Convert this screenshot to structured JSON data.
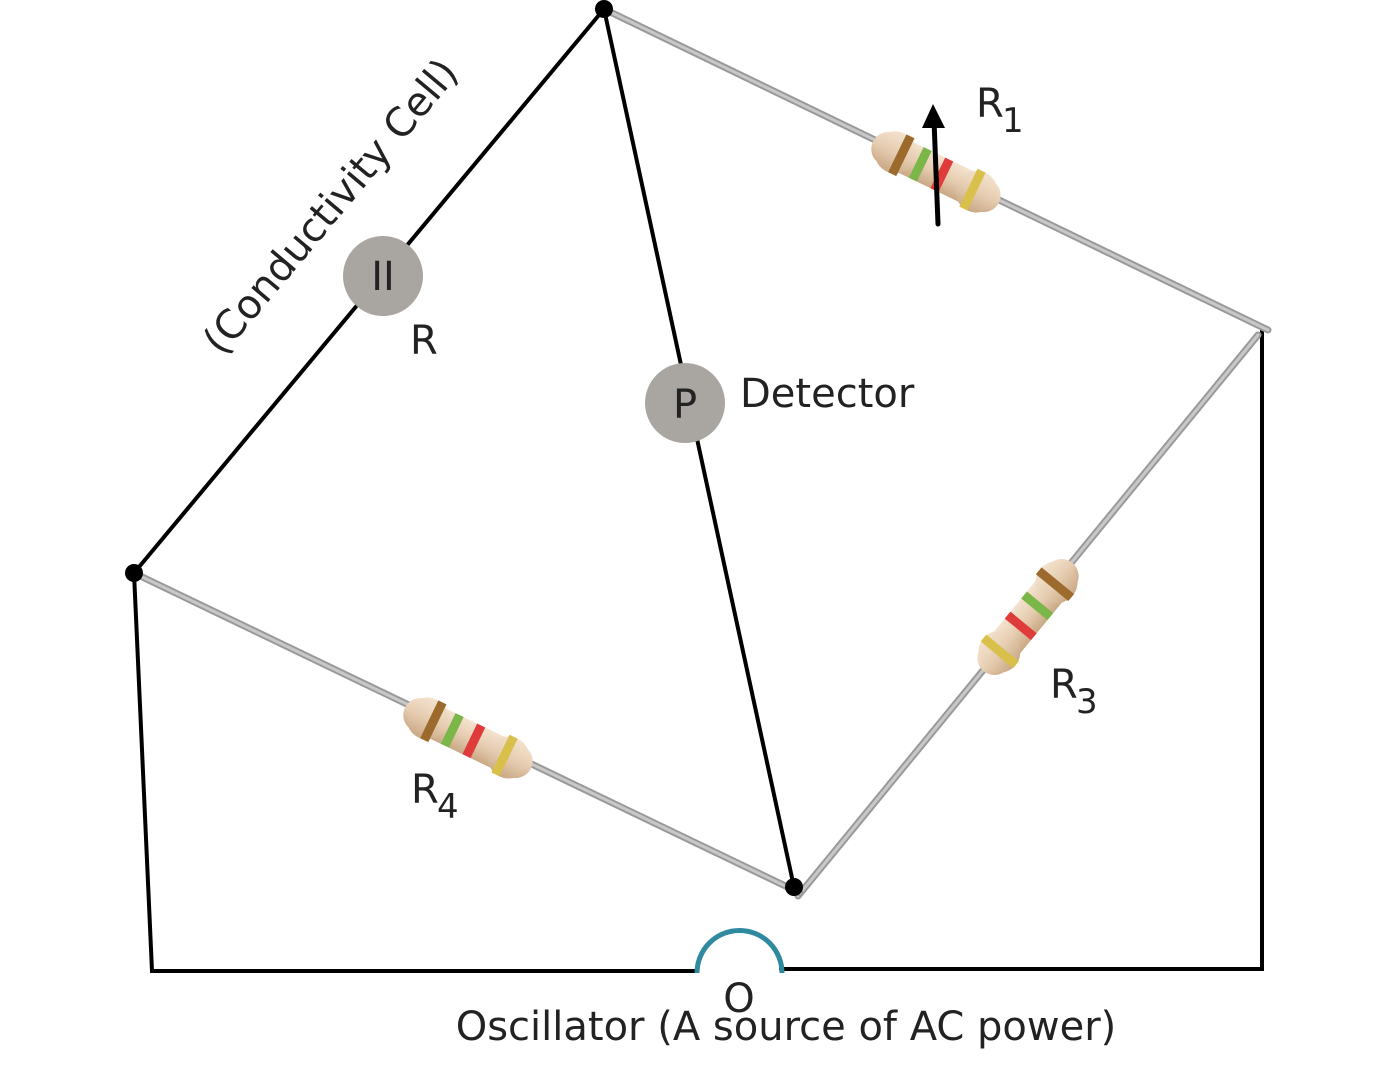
{
  "labels": {
    "cell_caption": "(Conductivity Cell)",
    "cell_symbol": "II",
    "cell_resistor": "R",
    "detector_symbol": "P",
    "detector_caption": "Detector",
    "r1_main": "R",
    "r1_sub": "1",
    "r3_main": "R",
    "r3_sub": "3",
    "r4_main": "R",
    "r4_sub": "4",
    "oscillator_symbol": "O",
    "oscillator_caption": "Oscillator (A source of AC power)"
  },
  "colors": {
    "wire": "#000000",
    "resistor_wire": "#b3b3b3",
    "resistor_body": "#e6cdb1",
    "band_brown": "#9c6a2c",
    "band_green": "#7ab648",
    "band_red": "#e03b3b",
    "band_gold": "#d9c04a",
    "meter_fill": "#a9a6a1",
    "oscillator_arc": "#2f8aa0"
  }
}
